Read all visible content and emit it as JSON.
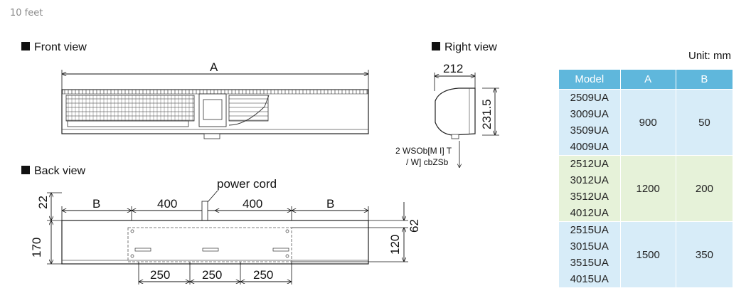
{
  "caption": "10 feet",
  "views": {
    "front": "Front view",
    "right": "Right view",
    "back": "Back view"
  },
  "front_dims": {
    "a": "A"
  },
  "right_dims": {
    "depth": "212",
    "height": "231.5",
    "note_line1": "2 WSOb[M I] T",
    "note_line2": "/ W] cbZSb"
  },
  "back_dims": {
    "power_cord": "power cord",
    "b_left": "B",
    "mid_left": "400",
    "mid_right": "400",
    "b_right": "B",
    "top_offset": "22",
    "height": "170",
    "right_offset": "62",
    "bracket_height": "120",
    "bottom_1": "250",
    "bottom_2": "250",
    "bottom_3": "250"
  },
  "table": {
    "unit": "Unit: mm",
    "headers": [
      "Model",
      "A",
      "B"
    ],
    "groups": [
      {
        "models": [
          "2509UA",
          "3009UA",
          "3509UA",
          "4009UA"
        ],
        "a": "900",
        "b": "50"
      },
      {
        "models": [
          "2512UA",
          "3012UA",
          "3512UA",
          "4012UA"
        ],
        "a": "1200",
        "b": "200"
      },
      {
        "models": [
          "2515UA",
          "3015UA",
          "3515UA",
          "4015UA"
        ],
        "a": "1500",
        "b": "350"
      }
    ]
  },
  "colors": {
    "header": "#5fb7dc",
    "row_blue": "#d7ecf8",
    "row_green": "#e6f2d9"
  }
}
